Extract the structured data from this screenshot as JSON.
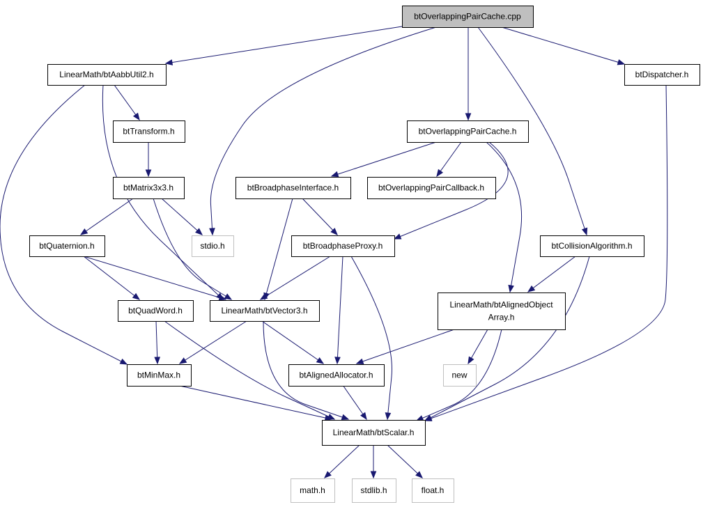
{
  "graph": {
    "nodes": [
      {
        "id": "root",
        "label": "btOverlappingPairCache.cpp",
        "kind": "root"
      },
      {
        "id": "aabb",
        "label": "LinearMath/btAabbUtil2.h",
        "kind": "file"
      },
      {
        "id": "dispatcher",
        "label": "btDispatcher.h",
        "kind": "file"
      },
      {
        "id": "transform",
        "label": "btTransform.h",
        "kind": "file"
      },
      {
        "id": "opch",
        "label": "btOverlappingPairCache.h",
        "kind": "file"
      },
      {
        "id": "matrix",
        "label": "btMatrix3x3.h",
        "kind": "file"
      },
      {
        "id": "bpi",
        "label": "btBroadphaseInterface.h",
        "kind": "file"
      },
      {
        "id": "opcb",
        "label": "btOverlappingPairCallback.h",
        "kind": "file"
      },
      {
        "id": "quat",
        "label": "btQuaternion.h",
        "kind": "file"
      },
      {
        "id": "stdio",
        "label": "stdio.h",
        "kind": "system"
      },
      {
        "id": "bpp",
        "label": "btBroadphaseProxy.h",
        "kind": "file"
      },
      {
        "id": "colalg",
        "label": "btCollisionAlgorithm.h",
        "kind": "file"
      },
      {
        "id": "qword",
        "label": "btQuadWord.h",
        "kind": "file"
      },
      {
        "id": "vec3",
        "label": "LinearMath/btVector3.h",
        "kind": "file"
      },
      {
        "id": "aoa",
        "label": [
          "LinearMath/btAlignedObject",
          "Array.h"
        ],
        "kind": "file"
      },
      {
        "id": "minmax",
        "label": "btMinMax.h",
        "kind": "file"
      },
      {
        "id": "alloc",
        "label": "btAlignedAllocator.h",
        "kind": "file"
      },
      {
        "id": "new",
        "label": "new",
        "kind": "system"
      },
      {
        "id": "scalar",
        "label": "LinearMath/btScalar.h",
        "kind": "file"
      },
      {
        "id": "math",
        "label": "math.h",
        "kind": "system"
      },
      {
        "id": "stdlib",
        "label": "stdlib.h",
        "kind": "system"
      },
      {
        "id": "float",
        "label": "float.h",
        "kind": "system"
      }
    ],
    "edges": [
      {
        "from": "root",
        "to": "aabb"
      },
      {
        "from": "root",
        "to": "stdio"
      },
      {
        "from": "root",
        "to": "opch"
      },
      {
        "from": "root",
        "to": "colalg"
      },
      {
        "from": "root",
        "to": "dispatcher"
      },
      {
        "from": "aabb",
        "to": "transform"
      },
      {
        "from": "aabb",
        "to": "vec3"
      },
      {
        "from": "aabb",
        "to": "minmax"
      },
      {
        "from": "transform",
        "to": "matrix"
      },
      {
        "from": "matrix",
        "to": "quat"
      },
      {
        "from": "matrix",
        "to": "stdio"
      },
      {
        "from": "matrix",
        "to": "vec3"
      },
      {
        "from": "quat",
        "to": "vec3"
      },
      {
        "from": "quat",
        "to": "qword"
      },
      {
        "from": "qword",
        "to": "minmax"
      },
      {
        "from": "qword",
        "to": "scalar"
      },
      {
        "from": "vec3",
        "to": "minmax"
      },
      {
        "from": "vec3",
        "to": "alloc"
      },
      {
        "from": "vec3",
        "to": "scalar"
      },
      {
        "from": "minmax",
        "to": "scalar"
      },
      {
        "from": "opch",
        "to": "bpi"
      },
      {
        "from": "opch",
        "to": "opcb"
      },
      {
        "from": "opch",
        "to": "bpp"
      },
      {
        "from": "opch",
        "to": "aoa"
      },
      {
        "from": "bpi",
        "to": "bpp"
      },
      {
        "from": "bpi",
        "to": "vec3"
      },
      {
        "from": "bpp",
        "to": "vec3"
      },
      {
        "from": "bpp",
        "to": "alloc"
      },
      {
        "from": "bpp",
        "to": "scalar"
      },
      {
        "from": "colalg",
        "to": "aoa"
      },
      {
        "from": "colalg",
        "to": "scalar"
      },
      {
        "from": "aoa",
        "to": "alloc"
      },
      {
        "from": "aoa",
        "to": "new"
      },
      {
        "from": "aoa",
        "to": "scalar"
      },
      {
        "from": "alloc",
        "to": "scalar"
      },
      {
        "from": "dispatcher",
        "to": "scalar"
      },
      {
        "from": "scalar",
        "to": "math"
      },
      {
        "from": "scalar",
        "to": "stdlib"
      },
      {
        "from": "scalar",
        "to": "float"
      }
    ]
  },
  "colors": {
    "edge": "#191970",
    "node_border": "#000000",
    "system_border": "#bfbfbf",
    "root_fill": "#bfbfbf",
    "background": "#ffffff"
  }
}
